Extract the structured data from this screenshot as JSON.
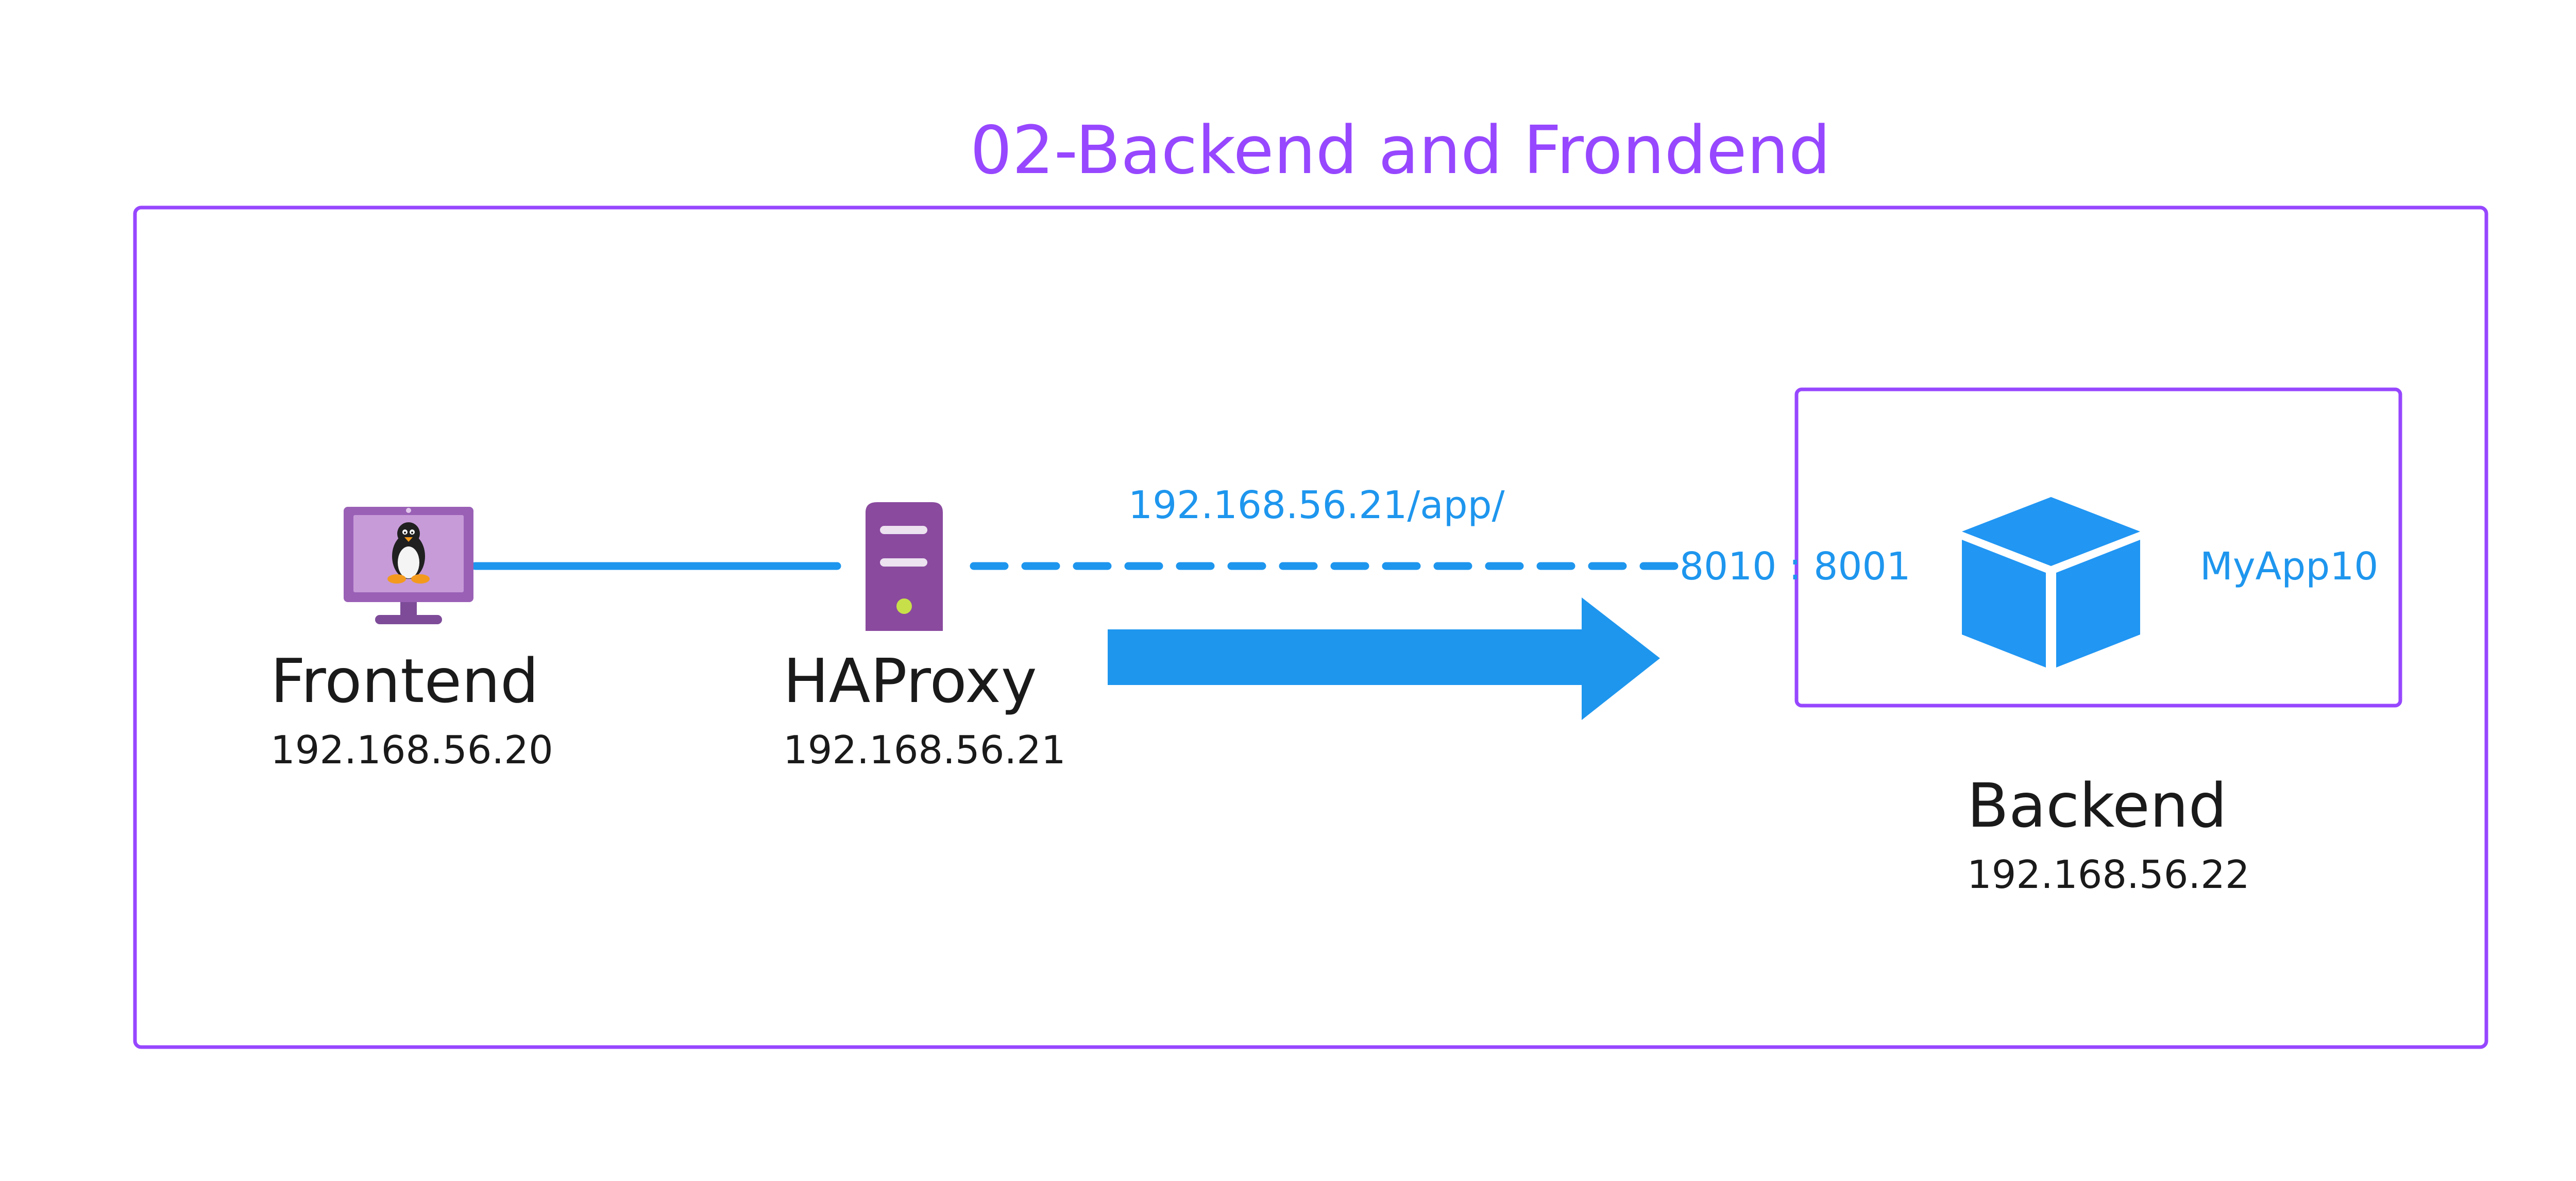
{
  "title": "02-Backend and Frondend",
  "colors": {
    "purple": "#9747ff",
    "blue": "#1e96ee",
    "text": "#1a1a1a",
    "monitor": "#9a60b6",
    "monitor_screen": "#c79bd8",
    "server": "#8a4a9e",
    "led": "#c7e04a",
    "cube": "#2196f3"
  },
  "nodes": {
    "frontend": {
      "label": "Frontend",
      "ip": "192.168.56.20",
      "icon": "linux-desktop-icon"
    },
    "haproxy": {
      "label": "HAProxy",
      "ip": "192.168.56.21",
      "icon": "server-icon"
    },
    "backend": {
      "label": "Backend",
      "ip": "192.168.56.22",
      "icon": "cube-icon"
    }
  },
  "connection": {
    "url": "192.168.56.21/app/",
    "port_mapping": "8010 : 8001",
    "app_name": "MyApp10"
  }
}
